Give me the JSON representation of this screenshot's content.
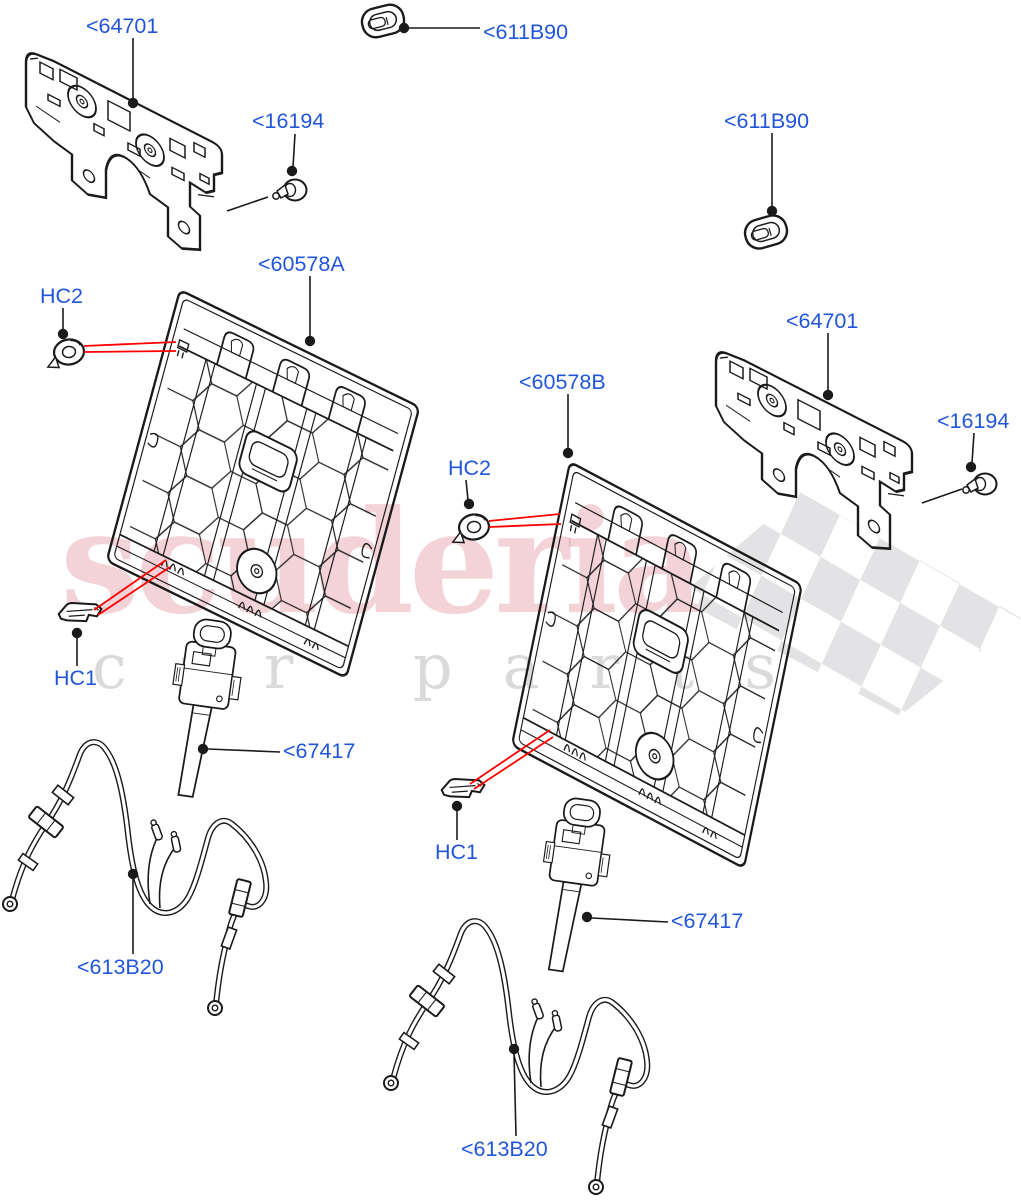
{
  "watermark": {
    "brand": "scuderia",
    "tagline": "car parts"
  },
  "diagram": {
    "title_note": "rear seat back panels exploded parts view",
    "colors": {
      "label_blue": "#2156DB",
      "leader_red": "#FF0000",
      "line_ink": "#1A1A1A",
      "checker_gray": "#E3E3E6",
      "watermark_pink": "rgba(196,32,60,0.20)",
      "watermark_gray": "rgba(70,70,70,0.20)"
    },
    "parts": {
      "bracket_left": {
        "text": "<64701"
      },
      "grommet_top": {
        "text": "<611B90"
      },
      "pin_left": {
        "text": "<16194"
      },
      "grommet_right": {
        "text": "<611B90"
      },
      "panel_a": {
        "text": "<60578A"
      },
      "bracket_right": {
        "text": "<64701"
      },
      "hc2_left": {
        "text": "HC2"
      },
      "panel_b": {
        "text": "<60578B"
      },
      "hc2_right": {
        "text": "HC2"
      },
      "pin_right": {
        "text": "<16194"
      },
      "hc1_left": {
        "text": "HC1"
      },
      "latch_left": {
        "text": "<67417"
      },
      "hc1_right": {
        "text": "HC1"
      },
      "latch_right": {
        "text": "<67417"
      },
      "cable_left": {
        "text": "<613B20"
      },
      "cable_right": {
        "text": "<613B20"
      }
    }
  }
}
